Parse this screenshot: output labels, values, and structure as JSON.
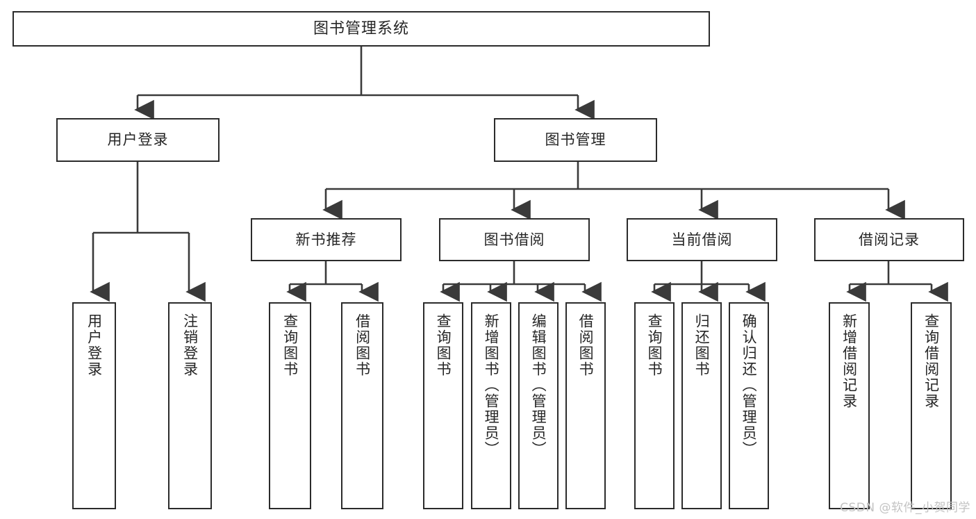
{
  "diagram": {
    "title": "图书管理系统",
    "type": "tree",
    "orientation": "top-down",
    "colors": {
      "box_border": "#2b2b2b",
      "box_fill": "#ffffff",
      "connector": "#3a3a3a",
      "text": "#262626",
      "watermark": "#c3c3c3",
      "background": "#ffffff"
    }
  },
  "watermark": "CSDN @软件_小贺同学",
  "nodes": {
    "root": {
      "label": "图书管理系统"
    },
    "level2": [
      {
        "label": "用户登录"
      },
      {
        "label": "图书管理"
      }
    ],
    "level3": [
      {
        "label": "新书推荐"
      },
      {
        "label": "图书借阅"
      },
      {
        "label": "当前借阅"
      },
      {
        "label": "借阅记录"
      }
    ],
    "leaves": {
      "user_login": [
        {
          "label": "用户登录"
        },
        {
          "label": "注销登录"
        }
      ],
      "new_book_recommend": [
        {
          "label": "查询图书"
        },
        {
          "label": "借阅图书"
        }
      ],
      "book_borrow": [
        {
          "label": "查询图书"
        },
        {
          "label": "新增图书（管理员）"
        },
        {
          "label": "编辑图书（管理员）"
        },
        {
          "label": "借阅图书"
        }
      ],
      "current_borrow": [
        {
          "label": "查询图书"
        },
        {
          "label": "归还图书"
        },
        {
          "label": "确认归还（管理员）"
        }
      ],
      "borrow_record": [
        {
          "label": "新增借阅记录"
        },
        {
          "label": "查询借阅记录"
        }
      ]
    }
  }
}
